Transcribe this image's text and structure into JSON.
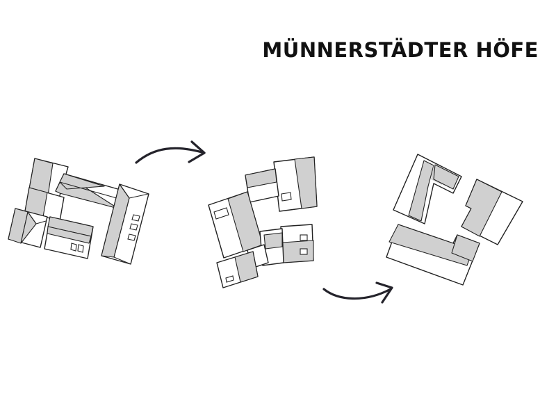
{
  "title": "MÜNNERSTÄDTER HÖFE",
  "colors": {
    "background": "#ffffff",
    "outline": "#222222",
    "roof_shade": "#d0d0d0",
    "arrow": "#24232b",
    "title_text": "#111111"
  },
  "stages": [
    {
      "id": "stage-1",
      "icon": "existing-building-cluster"
    },
    {
      "id": "stage-2",
      "icon": "reduced-building-blocks"
    },
    {
      "id": "stage-3",
      "icon": "new-courtyard-blocks"
    }
  ],
  "transitions": [
    {
      "from": "stage-1",
      "to": "stage-2",
      "icon": "curved-arrow-icon"
    },
    {
      "from": "stage-2",
      "to": "stage-3",
      "icon": "curved-arrow-icon"
    }
  ]
}
